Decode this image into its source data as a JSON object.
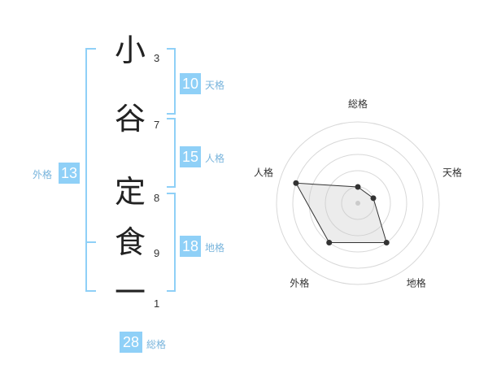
{
  "name_chars": [
    {
      "char": "小",
      "strokes": "3"
    },
    {
      "char": "谷",
      "strokes": "7"
    },
    {
      "char": "定",
      "strokes": "8"
    },
    {
      "char": "食",
      "strokes": "9"
    },
    {
      "char": "一",
      "strokes": "1"
    }
  ],
  "fortunes": {
    "tenkaku": {
      "value": "10",
      "label": "天格"
    },
    "jinkaku": {
      "value": "15",
      "label": "人格"
    },
    "chikaku": {
      "value": "18",
      "label": "地格"
    },
    "gaikaku": {
      "value": "13",
      "label": "外格"
    },
    "soukaku": {
      "value": "28",
      "label": "総格"
    }
  },
  "colors": {
    "bracket": "#8fd0f7",
    "accent": "#8fd0f7",
    "label": "#78b4dc"
  },
  "chart_data": {
    "type": "radar",
    "axes": [
      "総格",
      "天格",
      "地格",
      "外格",
      "人格"
    ],
    "values": [
      1,
      1,
      3,
      3,
      4
    ],
    "max": 5,
    "rings": 5
  }
}
